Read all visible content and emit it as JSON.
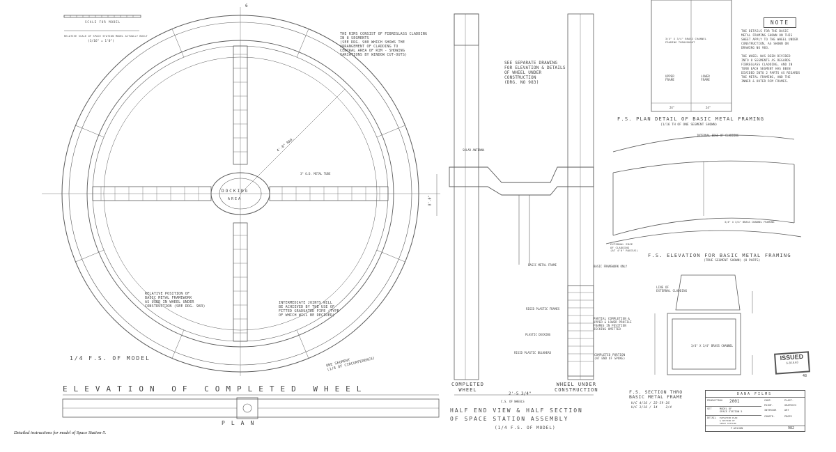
{
  "caption": "Detailed instructions for model of Space Station-5.",
  "scale_bar": {
    "label": "SCALE FOR MODEL",
    "relative_scale": "RELATIVE SCALE OF SPACE STATION MODEL ACTUALLY BUILT",
    "ratio": "(3/16\" = 1'0\")"
  },
  "wheel": {
    "center_mark": "6",
    "hub_label_1": "DOCKING",
    "hub_label_2": "AREA",
    "rim_note": "THE RIMS CONSIST OF FIBREGLASS CLADDING\nIN 8 SEGMENTS\n(SEE DRG. 980 WHICH SHOWS THE\nARRANGEMENT OF CLADDING TO\nCENTRAL AREA OF RIM - SHOWING\nVARIATIONS BY WINDOW CUT-OUTS)",
    "radius_label": "4'-0\" RAD.",
    "tube_label": "3\" O.D. METAL TUBE",
    "framework_note": "RELATIVE POSITION OF\nBASIC METAL FRAMEWORK\nAS USED IN WHEEL UNDER\nCONSTRUCTION (SEE DRG. 983)",
    "joints_note": "INTERMEDIATE JOINTS WILL\nBE ACHIEVED BY THE USE OF\nFITTED GRADUATED PIPE (TYPE\nOF WHICH WILL BE DECIDED)",
    "segment_label": "ONE SEGMENT\n(1/8 OF CIRCUMFERENCE)",
    "scale_note": "1/4 F.S. OF MODEL",
    "elevation_title": "ELEVATION OF COMPLETED WHEEL",
    "plan_title": "PLAN"
  },
  "section": {
    "see_drawing": "SEE SEPARATE DRAWING\nFOR ELEVATION & DETAILS\nOF WHEEL UNDER\nCONSTRUCTION\n(DRG. NO 983)",
    "solar_antenna": "SOLAR ANTENNA",
    "basic_metal_frame": "BASIC METAL FRAME",
    "basic_framework_only": "BASIC FRAMEWORK ONLY",
    "rigid_plastic_frames": "RIGID PLASTIC FRAMES",
    "partial_completion": "PARTIAL COMPLETION &\nUPPER & LOWER PROFILE\nFRAMES IN POSITION\nDECKING OMITTED",
    "plastic_decking": "PLASTIC DECKING",
    "rigid_plastic_bulkhead": "RIGID PLASTIC BULKHEAD",
    "completed_portion": "COMPLETED PORTION\n(AT END OF SPOKE)",
    "completed_wheel": "COMPLETED\nWHEEL",
    "wheel_under_construction": "WHEEL UNDER\nCONSTRUCTION",
    "dim_width": "2'-5 3/4\"",
    "dim_label": "C.S. OF WHEELS",
    "dim_height": "8'-0\"",
    "title_1": "HALF END VIEW & HALF SECTION",
    "title_2": "OF SPACE STATION ASSEMBLY",
    "title_3": "(1/4 F.S. OF MODEL)"
  },
  "detail": {
    "note_title": "NOTE",
    "note_text": "THE DETAILS FOR THE BASIC\nMETAL FRAMING SHOWN ON THIS\nSHEET APPLY TO THE WHEEL UNDER\nCONSTRUCTION, AS SHOWN ON\nDRAWING NO 983.\n\nTHE WHEEL WAS BEEN DIVIDED\nINTO 8 SEGMENTS AS REGARDS\nFIBREGLASS CLADDING, AND IN\nTURN EACH SEGMENT HAS BEEN\nDIVIDED INTO 2 PARTS AS REGARDS\nTHE METAL FRAMING, AND THE\nINNER & OUTER RIM FRAMES.",
    "channel_label": "3/4\" x 3/4\" BRASS CHANNEL\nFRAMING THROUGHOUT",
    "upper_frame": "UPPER\nFRAME",
    "lower_frame": "LOWER\nFRAME",
    "dim_a": "24\"",
    "dim_b": "24\"",
    "plan_detail_title": "F.S. PLAN DETAIL OF BASIC METAL FRAMING",
    "plan_detail_sub": "(1/16 TH OF ONE SEGMENT SHOWN)",
    "internal_edge": "INTERNAL EDGE OF CLADDING",
    "channel_framing": "3/4\" x 3/4\" BRASS CHANNEL FRAMING",
    "external_edge": "EXTERNAL EDGE\nOF CLADDING\n(AT 4'0\" RADIUS)",
    "elevation_title": "F.S. ELEVATION FOR BASIC METAL FRAMING",
    "elevation_sub": "(TRUE SEGMENT SHOWN) (8 PARTS)",
    "line_external": "LINE OF\nEXTERNAL CLADDING",
    "brass_channel": "3/4\" x 3/4\" BRASS CHANNEL",
    "section_title": "F.S. SECTION THRO\nBASIC METAL FRAME",
    "section_note": "H/C 4/16 / 22-59-26\nH/C 3/16 / 14    2/4"
  },
  "stamp": {
    "text": "ISSUED",
    "number": "S-30.5.63"
  },
  "title_block": {
    "company": "DANA FILMS",
    "production_label": "PRODUCTION",
    "production_value": "2001",
    "set_label": "SET",
    "set_value": "MODEL OF\nSPACE STATION 5",
    "detail_label": "DETAIL",
    "detail_value": "ELEVATION PLAN\n& SECTION OF\nSPACE STATION",
    "dept_1": "CARP.",
    "dept_2": "PLAST.",
    "dept_3": "PAINT.",
    "dept_4": "GRAPHICS",
    "dept_5": "INTERIOR",
    "dept_6": "ART",
    "dept_7": "CONSTR.",
    "dept_8": "PROPS",
    "drawn_by": "F.WILSON",
    "drawing_no": "982"
  },
  "corner_mark": "48"
}
